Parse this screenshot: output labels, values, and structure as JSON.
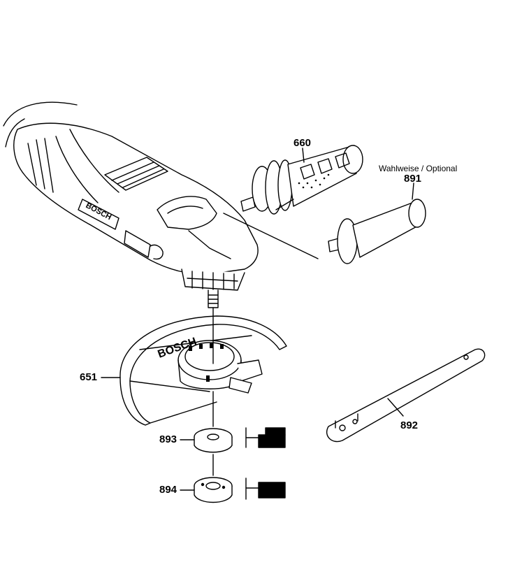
{
  "diagram": {
    "parts": [
      {
        "id": "651",
        "label": "651"
      },
      {
        "id": "660",
        "label": "660"
      },
      {
        "id": "891",
        "label": "891",
        "note": "Wahlweise / Optional"
      },
      {
        "id": "892",
        "label": "892"
      },
      {
        "id": "893",
        "label": "893"
      },
      {
        "id": "894",
        "label": "894"
      }
    ],
    "brand_text": "BOSCH"
  }
}
